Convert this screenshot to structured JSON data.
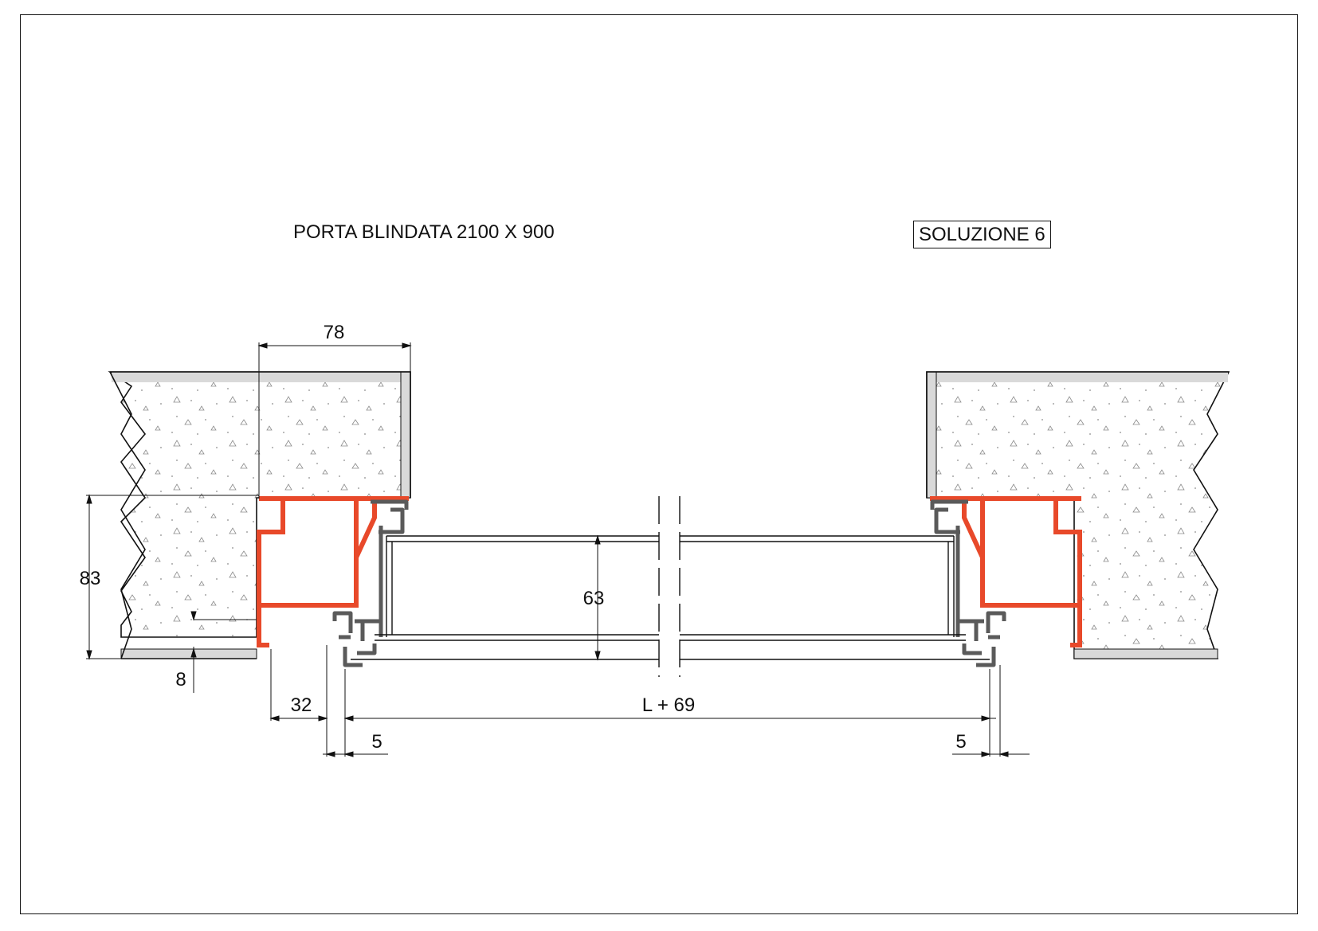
{
  "drawing": {
    "title": "PORTA BLINDATA 2100 X 900",
    "solution": "SOLUZIONE 6"
  },
  "dimensions": {
    "width_78": "78",
    "height_83": "83",
    "height_63": "63",
    "gap_8": "8",
    "width_32": "32",
    "width_l69": "L + 69",
    "gap_5_left": "5",
    "gap_5_right": "5"
  },
  "colors": {
    "profile": "#e8492a",
    "aluminium": "#5a5a5a",
    "line": "#111111",
    "wall_fill": "#ffffff",
    "plaster": "#d9d9d9"
  }
}
